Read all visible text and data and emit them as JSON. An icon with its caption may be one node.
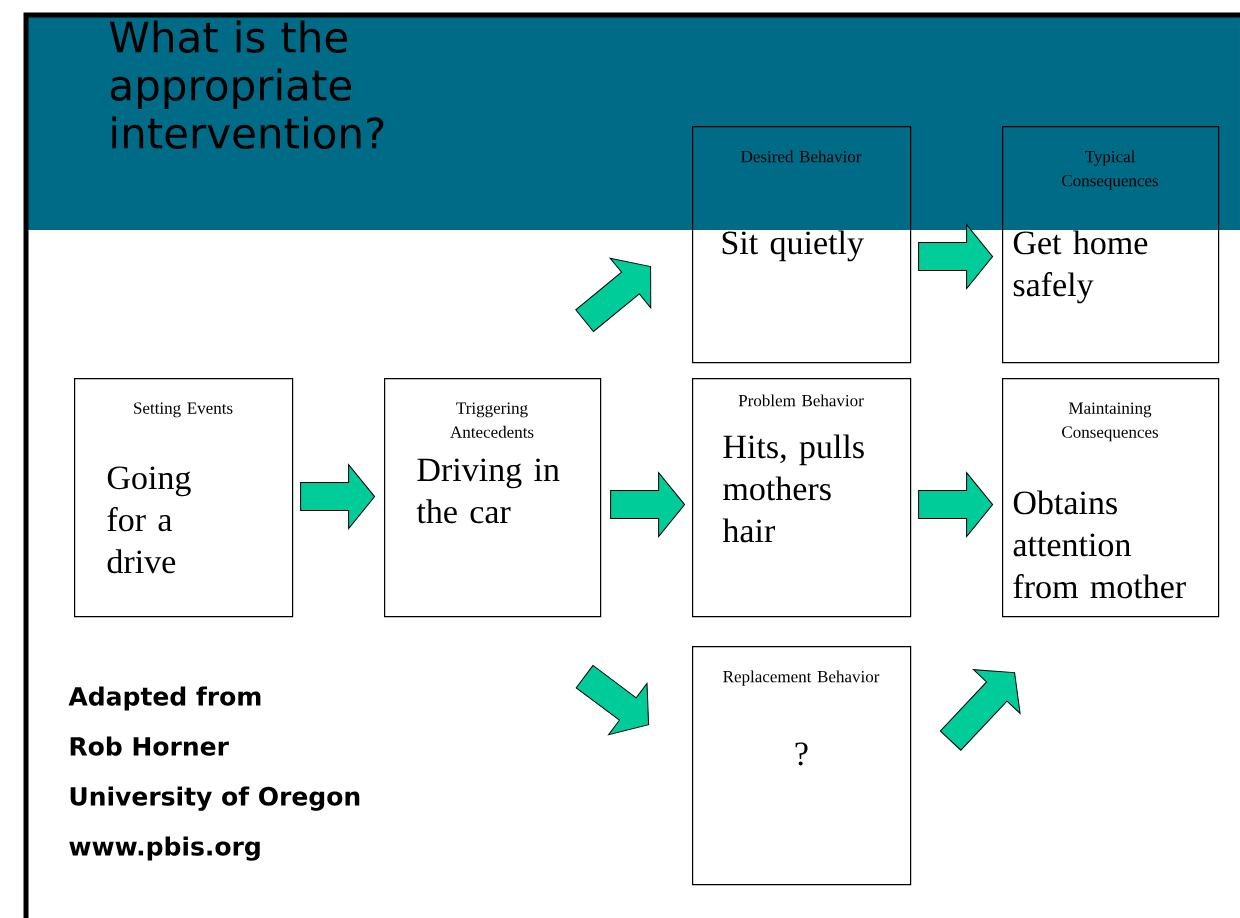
{
  "diagram": {
    "title": "What is the appropriate intervention?",
    "nodes": [
      {
        "text": [
          "Setting Events",
          "Going for a drive"
        ]
      },
      {
        "text": [
          "Triggering Antecedents",
          "Driving in the car"
        ]
      },
      {
        "text": [
          "Desired Behavior",
          "Sit quietly"
        ]
      },
      {
        "text": [
          "Typical Consequences",
          "Get home safely"
        ]
      },
      {
        "text": [
          "Problem Behavior",
          "Hits, pulls mothers hair"
        ]
      },
      {
        "text": [
          "Maintaining Consequences",
          "Obtains attention from mother"
        ]
      },
      {
        "text": [
          "Replacement Behavior",
          "?"
        ]
      }
    ],
    "edges": [
      {
        "from": 0,
        "to": 1,
        "arrow": "to"
      },
      {
        "from": 1,
        "to": 2,
        "arrow": "to"
      },
      {
        "from": 2,
        "to": 3,
        "arrow": "to"
      },
      {
        "from": 1,
        "to": 4,
        "arrow": "to"
      },
      {
        "from": 4,
        "to": 5,
        "arrow": "to"
      },
      {
        "from": 1,
        "to": 6,
        "arrow": "to"
      },
      {
        "from": 6,
        "to": 5,
        "arrow": "to"
      }
    ],
    "labels": [
      "Adapted from",
      "Rob Horner",
      "University of Oregon",
      "www.pbis.org"
    ]
  }
}
